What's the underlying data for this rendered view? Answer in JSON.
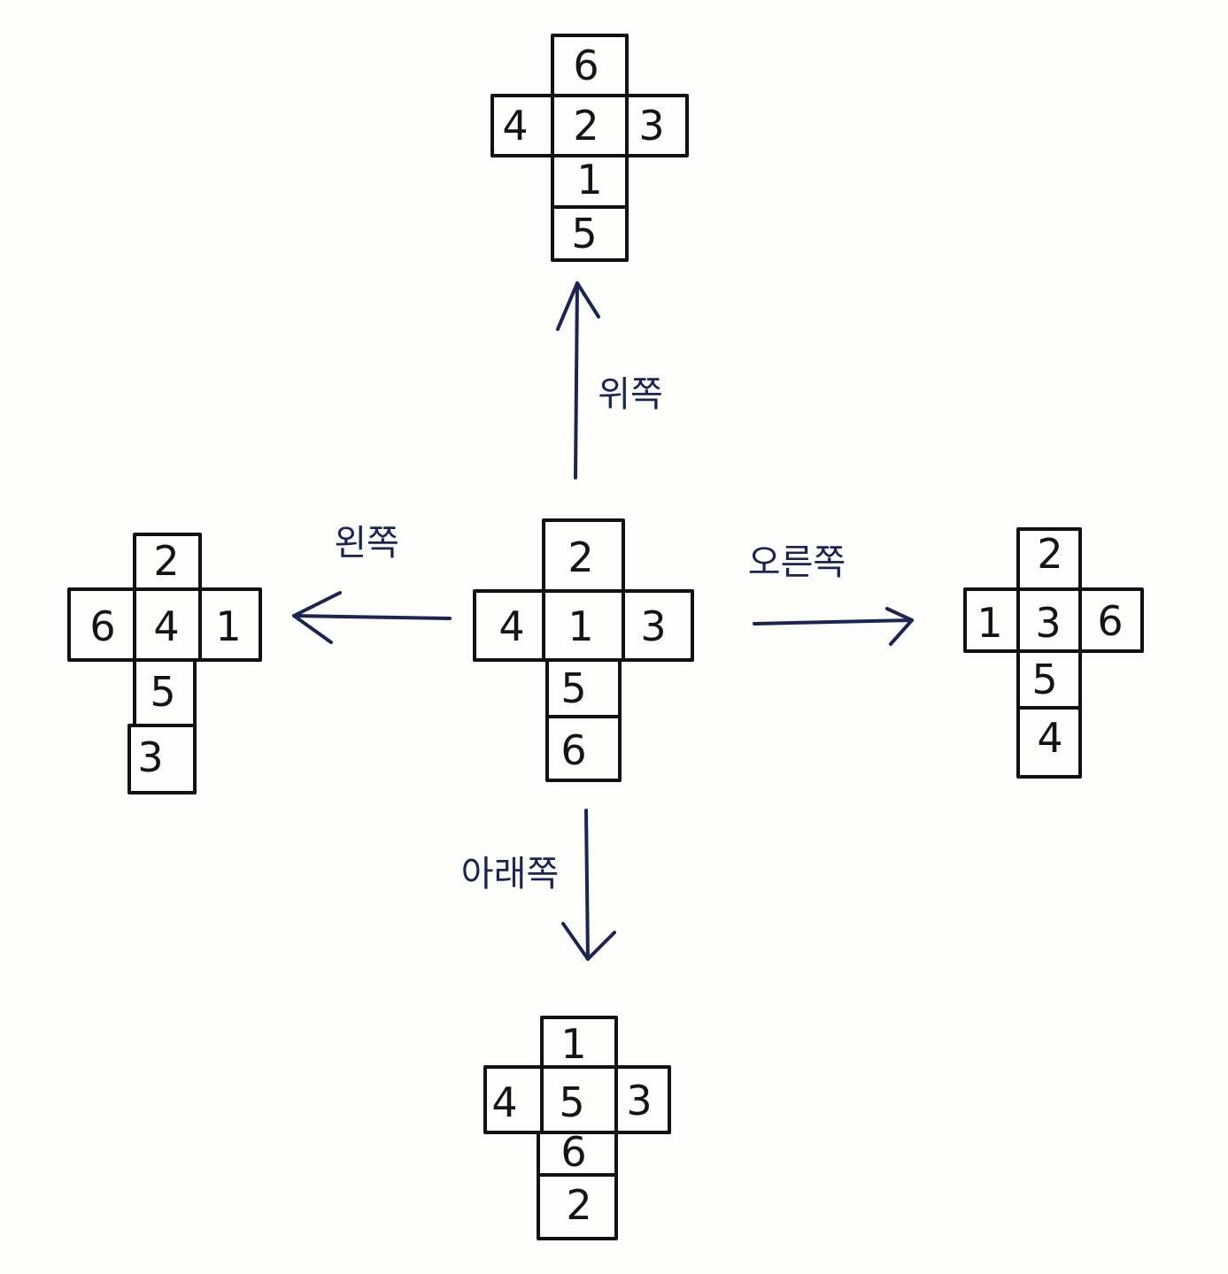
{
  "nets": {
    "center": {
      "top": "2",
      "left": "4",
      "middle": "1",
      "right": "3",
      "below": "5",
      "bottom": "6"
    },
    "up": {
      "top": "6",
      "left": "4",
      "middle": "2",
      "right": "3",
      "below": "1",
      "bottom": "5"
    },
    "left": {
      "top": "2",
      "left": "6",
      "middle": "4",
      "right": "1",
      "below": "5",
      "bottom": "3"
    },
    "right": {
      "top": "2",
      "left": "1",
      "middle": "3",
      "right": "6",
      "below": "5",
      "bottom": "4"
    },
    "down": {
      "top": "1",
      "left": "4",
      "middle": "5",
      "right": "3",
      "below": "6",
      "bottom": "2"
    }
  },
  "arrows": {
    "up": "위쪽",
    "left": "왼쪽",
    "right": "오른쪽",
    "down": "아래쪽"
  },
  "colors": {
    "ink": "#111111",
    "arrow": "#1b2550",
    "paper": "#fdfdfb"
  }
}
